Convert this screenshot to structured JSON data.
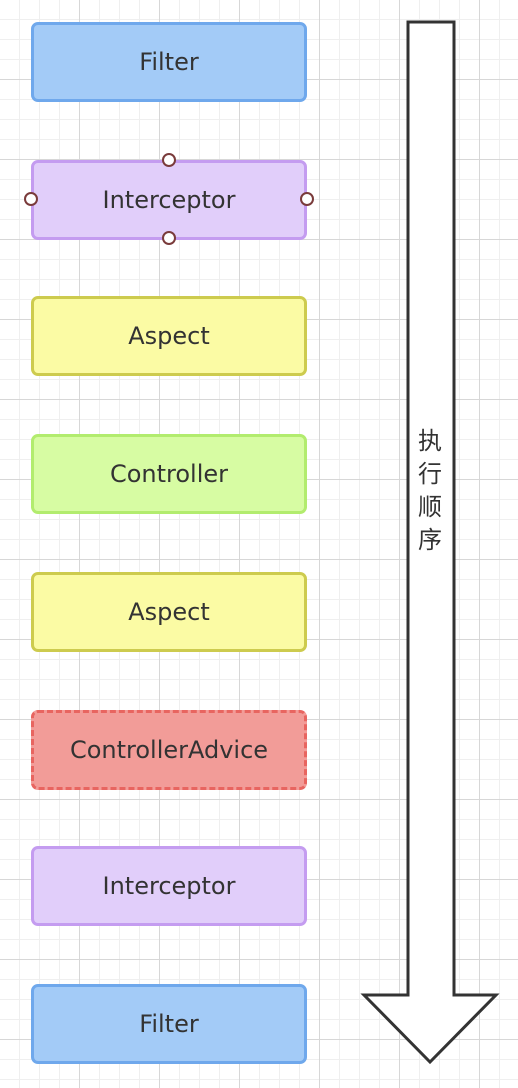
{
  "nodes": [
    {
      "id": "filter-top",
      "label": "Filter",
      "fill": "#a3cbf7",
      "border": "#6fa8ec",
      "style": "solid",
      "selected": false
    },
    {
      "id": "interceptor-top",
      "label": "Interceptor",
      "fill": "#e1cefa",
      "border": "#c49cf0",
      "style": "solid",
      "selected": true
    },
    {
      "id": "aspect-top",
      "label": "Aspect",
      "fill": "#fbfba4",
      "border": "#cdcb4e",
      "style": "solid",
      "selected": false
    },
    {
      "id": "controller",
      "label": "Controller",
      "fill": "#d7fca3",
      "border": "#b2ec6e",
      "style": "solid",
      "selected": false
    },
    {
      "id": "aspect-bottom",
      "label": "Aspect",
      "fill": "#fbfba4",
      "border": "#cdcb4e",
      "style": "solid",
      "selected": false
    },
    {
      "id": "controller-advice",
      "label": "ControllerAdvice",
      "fill": "#f29c98",
      "border": "#e86560",
      "style": "dashed",
      "selected": false
    },
    {
      "id": "interceptor-bottom",
      "label": "Interceptor",
      "fill": "#e1cefa",
      "border": "#c49cf0",
      "style": "solid",
      "selected": false
    },
    {
      "id": "filter-bottom",
      "label": "Filter",
      "fill": "#a3cbf7",
      "border": "#6fa8ec",
      "style": "solid",
      "selected": false
    }
  ],
  "arrow": {
    "label": "执行顺序",
    "fill": "#ffffff",
    "stroke": "#333333"
  }
}
